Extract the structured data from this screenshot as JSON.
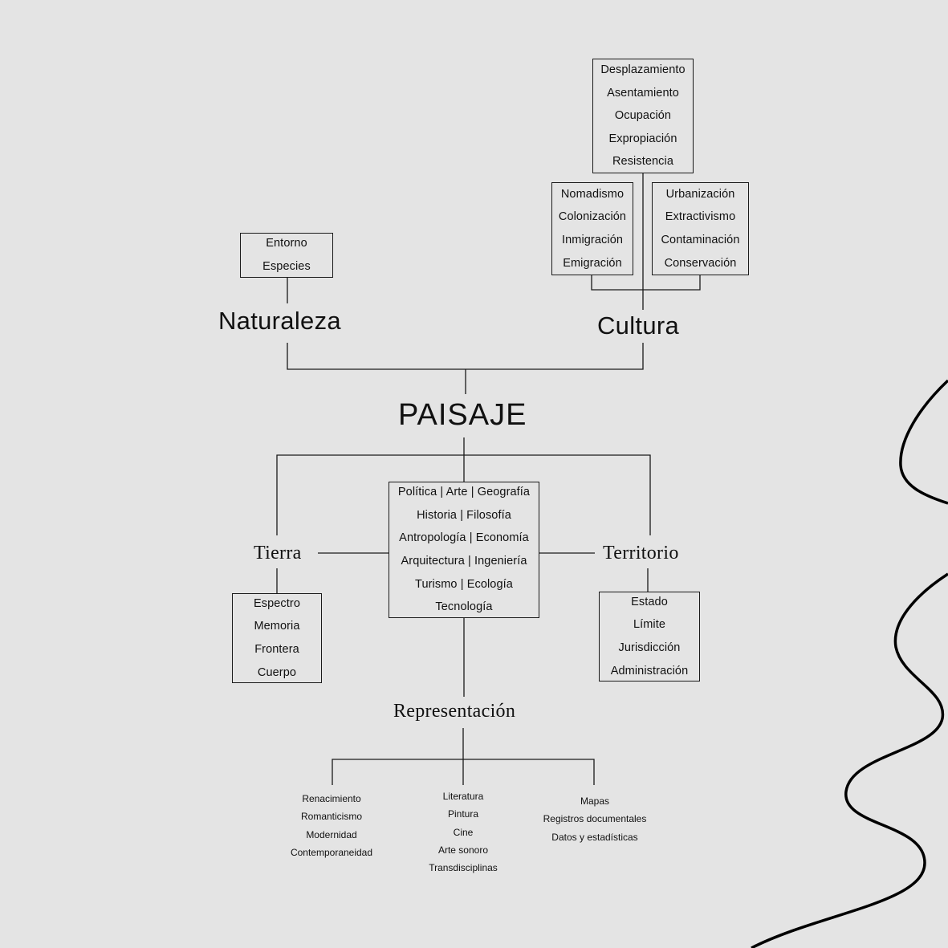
{
  "root": {
    "label": "PAISAJE"
  },
  "naturaleza": {
    "label": "Naturaleza",
    "items": [
      "Entorno",
      "Especies"
    ]
  },
  "cultura": {
    "label": "Cultura",
    "top_items": [
      "Desplazamiento",
      "Asentamiento",
      "Ocupación",
      "Expropiación",
      "Resistencia"
    ],
    "left_items": [
      "Nomadismo",
      "Colonización",
      "Inmigración",
      "Emigración"
    ],
    "right_items": [
      "Urbanización",
      "Extractivismo",
      "Contaminación",
      "Conservación"
    ]
  },
  "disciplines": {
    "items": [
      "Política | Arte | Geografía",
      "Historia | Filosofía",
      "Antropología | Economía",
      "Arquitectura | Ingeniería",
      "Turismo | Ecología",
      "Tecnología"
    ]
  },
  "tierra": {
    "label": "Tierra",
    "items": [
      "Espectro",
      "Memoria",
      "Frontera",
      "Cuerpo"
    ]
  },
  "territorio": {
    "label": "Territorio",
    "items": [
      "Estado",
      "Límite",
      "Jurisdicción",
      "Administración"
    ]
  },
  "representacion": {
    "label": "Representación",
    "periods": [
      "Renacimiento",
      "Romanticismo",
      "Modernidad",
      "Contemporaneidad"
    ],
    "media": [
      "Literatura",
      "Pintura",
      "Cine",
      "Arte sonoro",
      "Transdisciplinas"
    ],
    "sources": [
      "Mapas",
      "Registros documentales",
      "Datos y estadísticas"
    ]
  },
  "colors": {
    "background": "#e4e4e4",
    "ink": "#1a1a1a"
  }
}
